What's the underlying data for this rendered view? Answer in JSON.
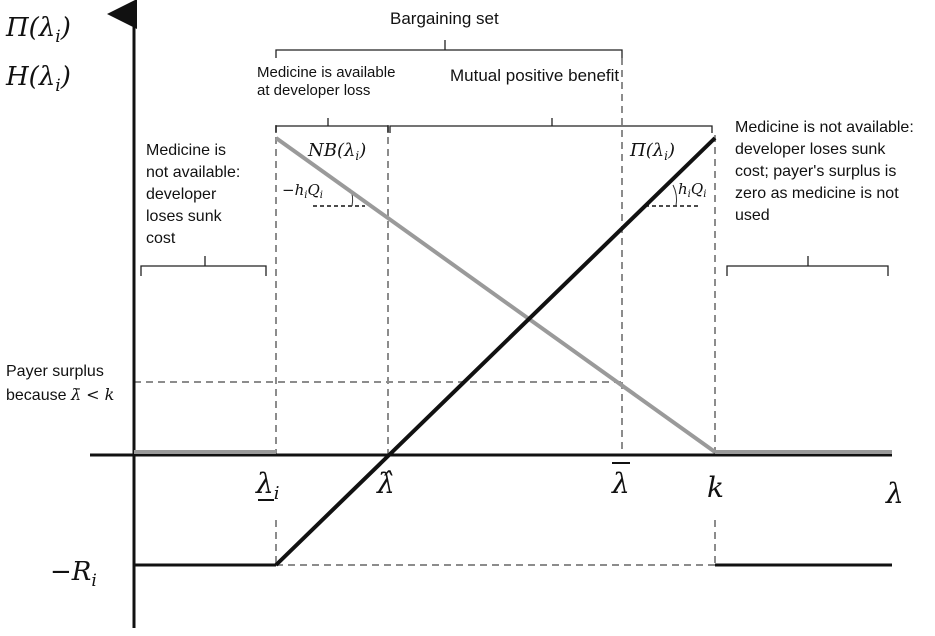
{
  "axes": {
    "y_label_top": "Π(λ",
    "y_label_top_sub": "i",
    "y_label_bottom": "H(λ",
    "y_label_bottom_sub": "i",
    "x_label": "λ",
    "neg_R": "−R",
    "neg_R_sub": "i"
  },
  "ticks": {
    "lambda_i": "λ",
    "lambda_i_sub": "i",
    "lambda_hat": "λ̂",
    "lambda_bar": "λ",
    "k": "k"
  },
  "labels": {
    "bargaining_set": "Bargaining set",
    "available_at_loss_1": "Medicine is available",
    "available_at_loss_2": "at developer loss",
    "mutual_benefit": "Mutual positive benefit",
    "nb_label": "NB(λ",
    "nb_label_sub": "i",
    "nb_label_close": ")",
    "pi_label": "Π(λ",
    "pi_label_sub": "i",
    "pi_label_close": ")",
    "slope_neg": "−h",
    "slope_neg_mid": "i",
    "slope_neg_q": "Q",
    "slope_neg_q_sub": "i",
    "slope_pos": "h",
    "slope_pos_mid": "i",
    "slope_pos_q": "Q",
    "slope_pos_q_sub": "i",
    "left_region": [
      "Medicine is",
      "not available:",
      "developer",
      "loses sunk",
      "cost"
    ],
    "right_region": [
      "Medicine is not available:",
      "developer loses sunk",
      "cost; payer's surplus is",
      "zero as medicine is not",
      "used"
    ],
    "payer_surplus_1": "Payer surplus",
    "payer_surplus_2": "because ",
    "payer_surplus_math": "λ̄ < k"
  },
  "colors": {
    "axis": "#111111",
    "profit_line": "#111111",
    "nb_line": "#9a9a9a",
    "dashed": "#8c8c8c"
  }
}
